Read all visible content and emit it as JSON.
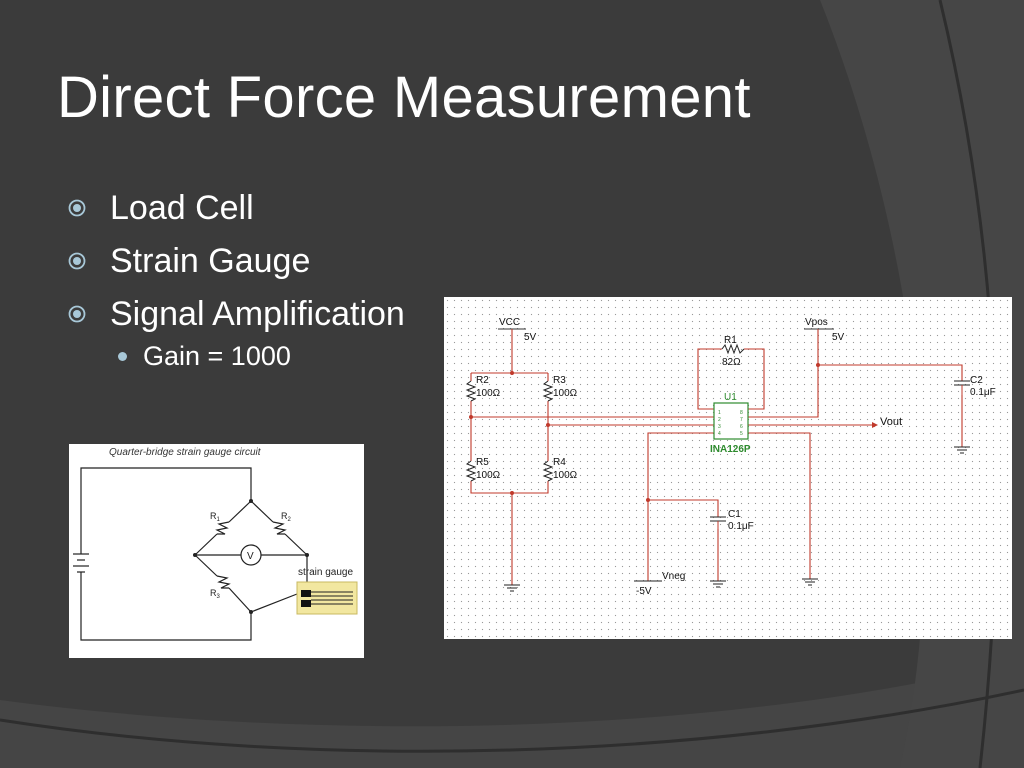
{
  "slide": {
    "title": "Direct Force Measurement",
    "bullets": [
      {
        "label": "Load Cell"
      },
      {
        "label": "Strain Gauge"
      },
      {
        "label": "Signal Amplification"
      }
    ],
    "sub_bullets": [
      {
        "label": "Gain = 1000"
      }
    ]
  },
  "bridge_figure": {
    "caption": "Quarter-bridge strain gauge circuit",
    "labels": {
      "r1": "R",
      "r1_sub": "1",
      "r2": "R",
      "r2_sub": "2",
      "r3": "R",
      "r3_sub": "3",
      "meter": "V",
      "gauge": "strain gauge"
    }
  },
  "schematic": {
    "vcc_label": "VCC",
    "vcc_value": "5V",
    "vpos_label": "Vpos",
    "vpos_value": "5V",
    "vneg_label": "Vneg",
    "vneg_value": "-5V",
    "r1_label": "R1",
    "r1_value": "82Ω",
    "r2_label": "R2",
    "r2_value": "100Ω",
    "r3_label": "R3",
    "r3_value": "100Ω",
    "r4_label": "R4",
    "r4_value": "100Ω",
    "r5_label": "R5",
    "r5_value": "100Ω",
    "c1_label": "C1",
    "c1_value": "0.1μF",
    "c2_label": "C2",
    "c2_value": "0.1μF",
    "u1_label": "U1",
    "u1_part": "INA126P",
    "vout_label": "Vout",
    "pins_left": [
      "1",
      "2",
      "3",
      "4"
    ],
    "pins_right": [
      "8",
      "7",
      "6",
      "5"
    ]
  },
  "colors": {
    "background": "#3b3b3b",
    "text": "#ffffff",
    "bullet_accent": "#a8c8d8",
    "wire": "#c0392b",
    "chip": "#2e8b2e"
  }
}
